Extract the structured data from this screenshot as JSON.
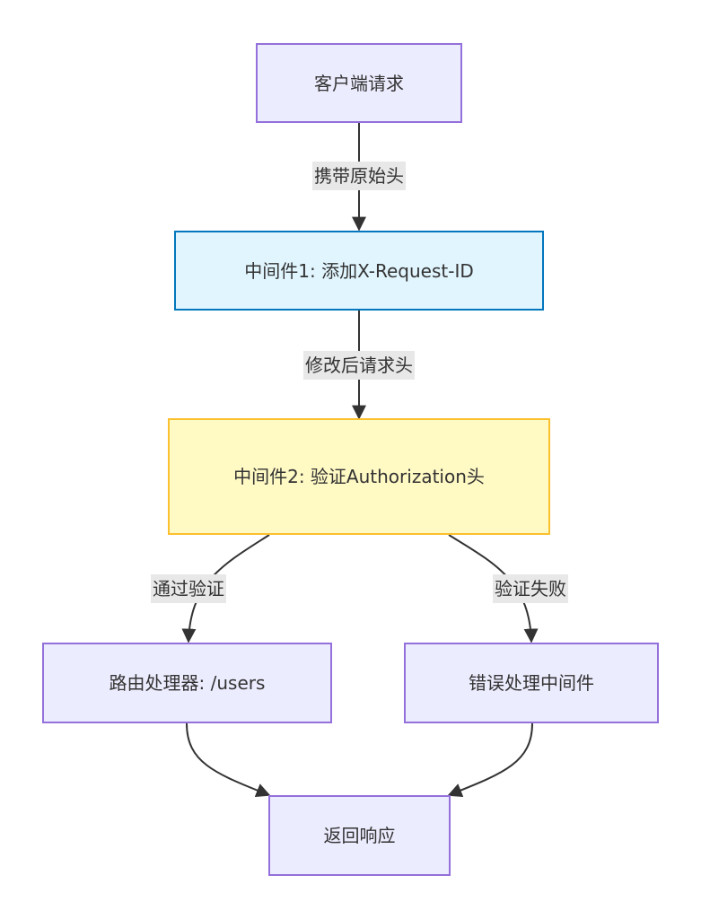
{
  "diagram": {
    "type": "flowchart",
    "direction": "top-down",
    "nodes": [
      {
        "id": "client",
        "label": "客户端请求",
        "style": "default"
      },
      {
        "id": "mw1",
        "label": "中间件1: 添加X-Request-ID",
        "style": "blue"
      },
      {
        "id": "mw2",
        "label": "中间件2: 验证Authorization头",
        "style": "yellow"
      },
      {
        "id": "router",
        "label": "路由处理器: /users",
        "style": "default"
      },
      {
        "id": "error",
        "label": "错误处理中间件",
        "style": "default"
      },
      {
        "id": "response",
        "label": "返回响应",
        "style": "default"
      }
    ],
    "edges": [
      {
        "from": "client",
        "to": "mw1",
        "label": "携带原始头"
      },
      {
        "from": "mw1",
        "to": "mw2",
        "label": "修改后请求头"
      },
      {
        "from": "mw2",
        "to": "router",
        "label": "通过验证"
      },
      {
        "from": "mw2",
        "to": "error",
        "label": "验证失败"
      },
      {
        "from": "router",
        "to": "response",
        "label": ""
      },
      {
        "from": "error",
        "to": "response",
        "label": ""
      }
    ],
    "colors": {
      "default_fill": "#ececff",
      "default_stroke": "#9370db",
      "blue_fill": "#e1f5fe",
      "blue_stroke": "#0277bd",
      "yellow_fill": "#fff9c4",
      "yellow_stroke": "#fbc02d",
      "edge": "#333333",
      "edge_label_bg": "#e8e8e8"
    }
  }
}
